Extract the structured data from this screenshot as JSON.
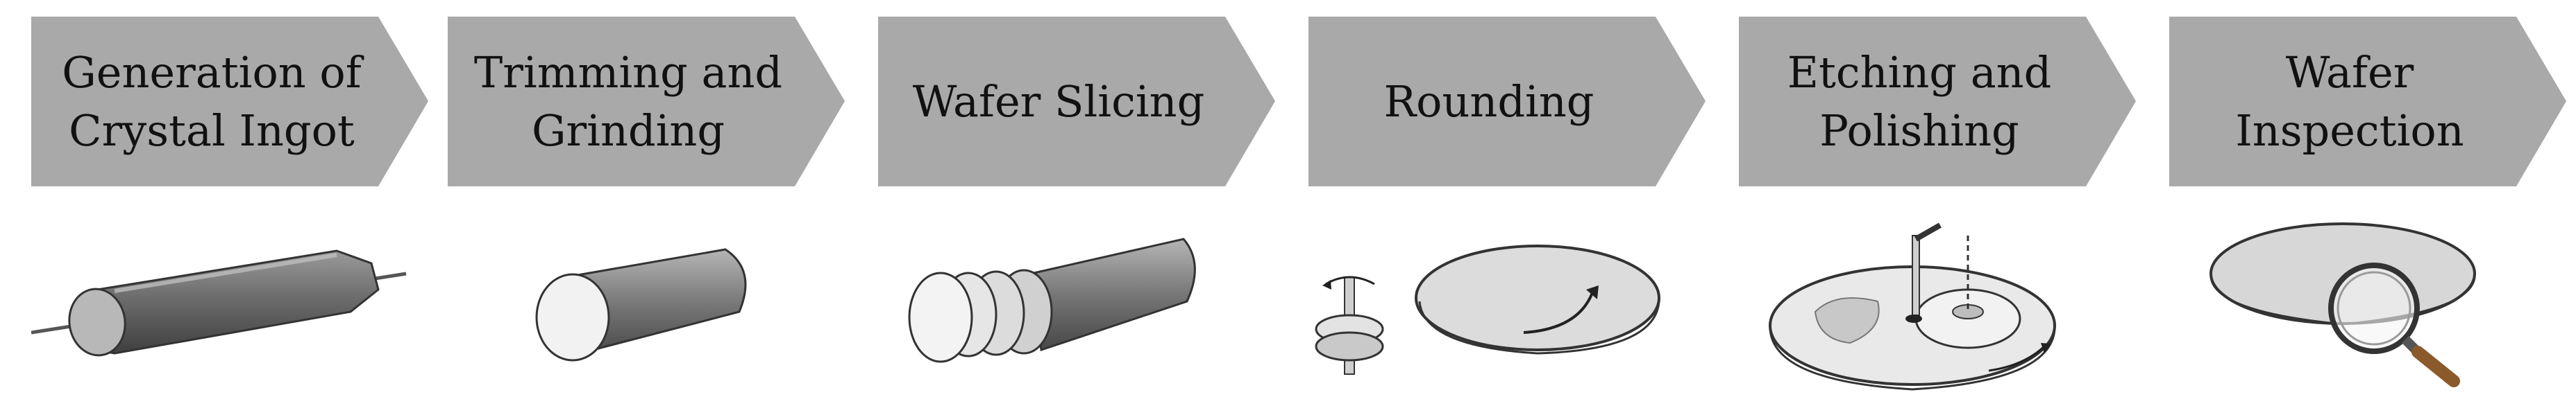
{
  "colors": {
    "arrow_fill": "#a9a9a9",
    "text": "#111111",
    "metal_dark": "#5b5b5b",
    "metal_mid": "#9a9a9a",
    "metal_light": "#e6e6e6",
    "outline": "#333333",
    "handle": "#8b5a2b"
  },
  "steps": [
    {
      "label_lines": [
        "Generation of",
        "Crystal Ingot"
      ],
      "illustration_icon": "crystal-ingot-icon"
    },
    {
      "label_lines": [
        "Trimming and",
        "Grinding"
      ],
      "illustration_icon": "ground-cylinder-icon"
    },
    {
      "label_lines": [
        "Wafer Slicing"
      ],
      "illustration_icon": "sliced-cylinder-icon"
    },
    {
      "label_lines": [
        "Rounding"
      ],
      "illustration_icon": "rounding-wheel-icon"
    },
    {
      "label_lines": [
        "Etching and",
        "Polishing"
      ],
      "illustration_icon": "polishing-machine-icon"
    },
    {
      "label_lines": [
        "Wafer",
        "Inspection"
      ],
      "illustration_icon": "magnifying-glass-icon"
    }
  ]
}
